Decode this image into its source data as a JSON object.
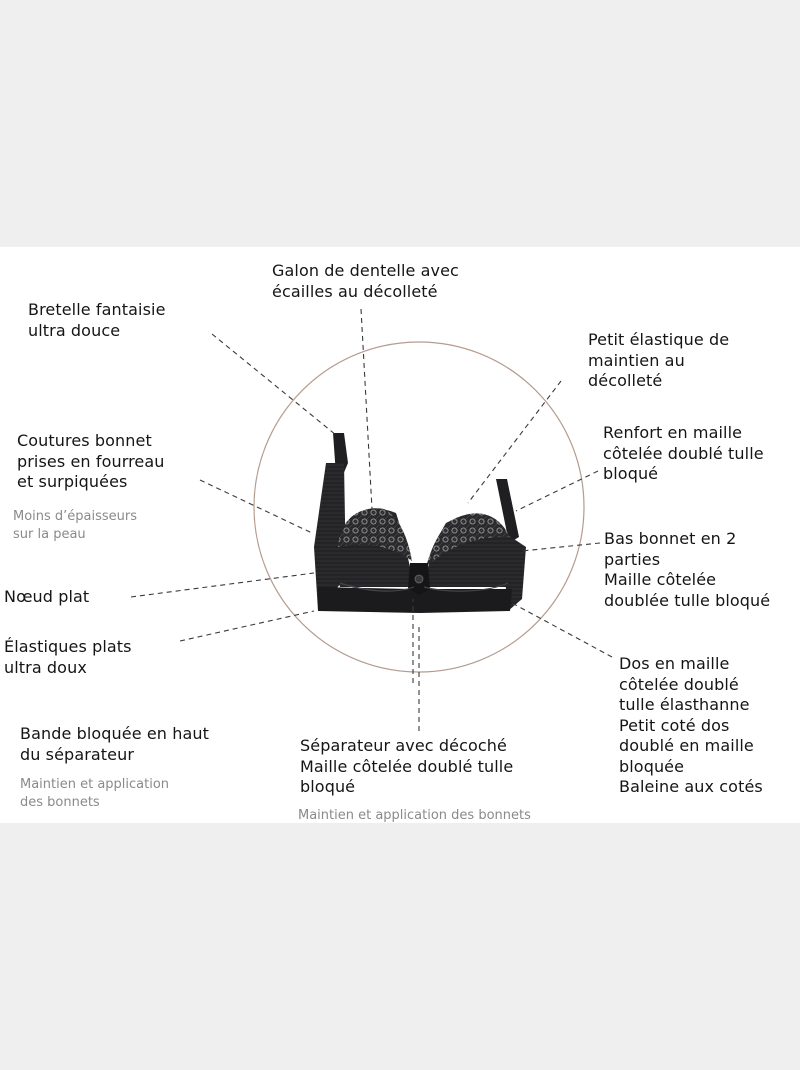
{
  "colors": {
    "background": "#efeff0",
    "panel": "#ffffff",
    "text": "#151515",
    "subtext": "#8a8a8a",
    "leader": "#3a3a3a",
    "circle": "#b59c8e",
    "garment": "#1f1f21"
  },
  "labels": {
    "galon": "Galon de dentelle avec\nécailles au décolleté",
    "bretelle": "Bretelle fantaisie\nultra douce",
    "petit_elastique": "Petit élastique de\nmaintien au\ndécolleté",
    "coutures": "Coutures bonnet\nprises en fourreau\net surpiquées",
    "coutures_note": "Moins d’épaisseurs\nsur la peau",
    "renfort": "Renfort en maille\ncôtelée doublé tulle\nbloqué",
    "bas_bonnet": "Bas bonnet en 2\nparties\nMaille côtelée\ndoublée tulle bloqué",
    "noeud": "Nœud plat",
    "elastiques": "Élastiques plats\nultra doux",
    "dos": "Dos en maille\ncôtelée doublé\ntulle élasthanne\nPetit coté dos\ndoublé en maille\nbloquée\nBaleine aux cotés",
    "bande": "Bande bloquée en haut\ndu séparateur",
    "bande_note": "Maintien et application\ndes bonnets",
    "separateur": "Séparateur avec décoché\nMaille côtelée doublé tulle\nbloqué",
    "separateur_note": "Maintien et application des bonnets"
  }
}
